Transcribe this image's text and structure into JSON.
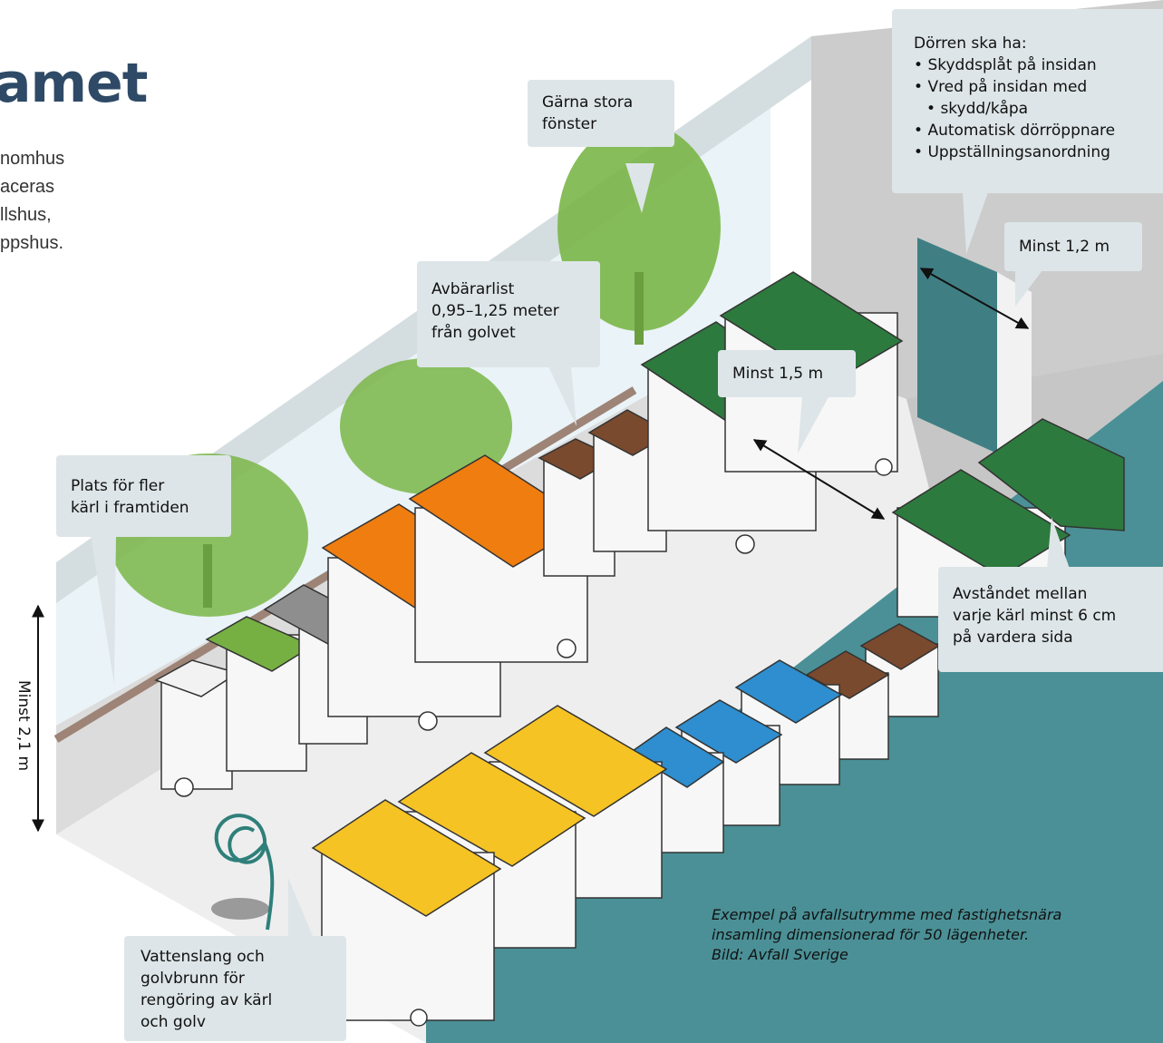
{
  "heading": "amet",
  "intro_lines": [
    "nomhus",
    "aceras",
    "llshus,",
    "ppshus."
  ],
  "callouts": {
    "windows": [
      "Gärna stora",
      "fönster"
    ],
    "door_title": "Dörren ska ha:",
    "door_items": [
      "Skyddsplåt på insidan",
      "Vred på insidan med",
      "skydd/kåpa",
      "Automatisk dörröppnare",
      "Uppställningsanordning"
    ],
    "door_width": "Minst 1,2 m",
    "rail": [
      "Avbärarlist",
      "0,95–1,25 meter",
      "från golvet"
    ],
    "aisle": "Minst 1,5 m",
    "future": [
      "Plats för fler",
      "kärl i framtiden"
    ],
    "spacing": [
      "Avståndet mellan",
      "varje kärl minst 6 cm",
      "på vardera sida"
    ],
    "hose": [
      "Vattenslang och",
      "golvbrunn för",
      "rengöring av kärl",
      "och golv"
    ]
  },
  "height_label": "Minst 2,1 m",
  "caption": [
    "Exempel på avfallsutrymme med fastighetsnära",
    "insamling dimensionerad för 50 lägenheter.",
    "Bild: Avfall Sverige"
  ],
  "colors": {
    "heading": "#2e4a67",
    "callout_bg": "#dde5e8",
    "teal_wall": "#4a9096",
    "back_wall": "#cccccc",
    "green_lid": "#2d7a3e",
    "orange_lid": "#ef7d0f",
    "brown_lid": "#7a4a2e",
    "blue_lid": "#2e8ecf",
    "yellow_lid": "#f6c324",
    "grey_lid": "#8e8e8e",
    "light_green_lid": "#76b043",
    "white_lid": "#f2f2f2",
    "tree": "#7ab648"
  }
}
